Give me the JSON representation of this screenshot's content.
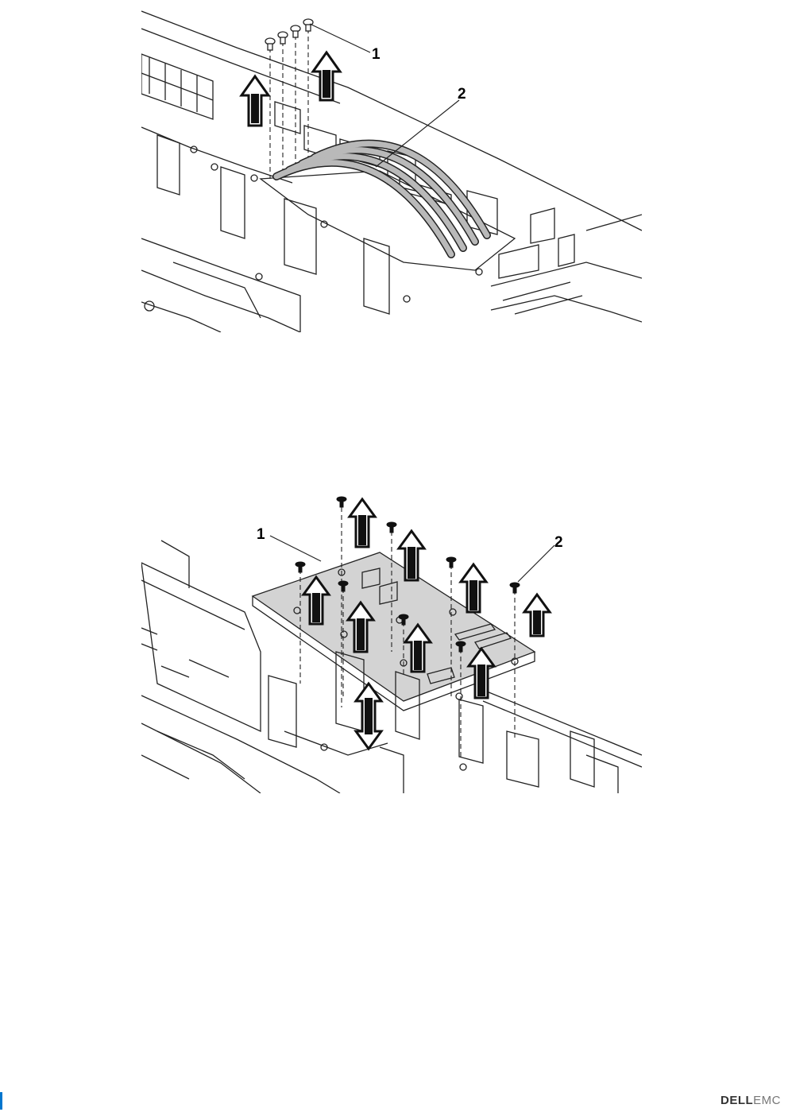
{
  "figures": [
    {
      "callouts": [
        "1",
        "2"
      ]
    },
    {
      "callouts": [
        "1",
        "2"
      ]
    }
  ],
  "footer": {
    "brand_bold": "DELL",
    "brand_light": "EMC"
  },
  "colors": {
    "accent": "#0076ce",
    "line": "#222222",
    "cable": "#b9b9b9"
  }
}
